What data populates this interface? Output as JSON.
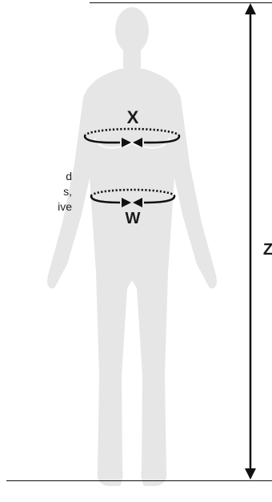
{
  "figure": {
    "labels": {
      "chest": "X",
      "waist": "W",
      "height": "Z"
    },
    "side_text_lines": [
      "d",
      "s,",
      "ive"
    ],
    "colors": {
      "silhouette": "#e6e6e6",
      "lines": "#111111",
      "background": "#ffffff"
    },
    "icons": {
      "body": "human-silhouette-icon"
    }
  }
}
